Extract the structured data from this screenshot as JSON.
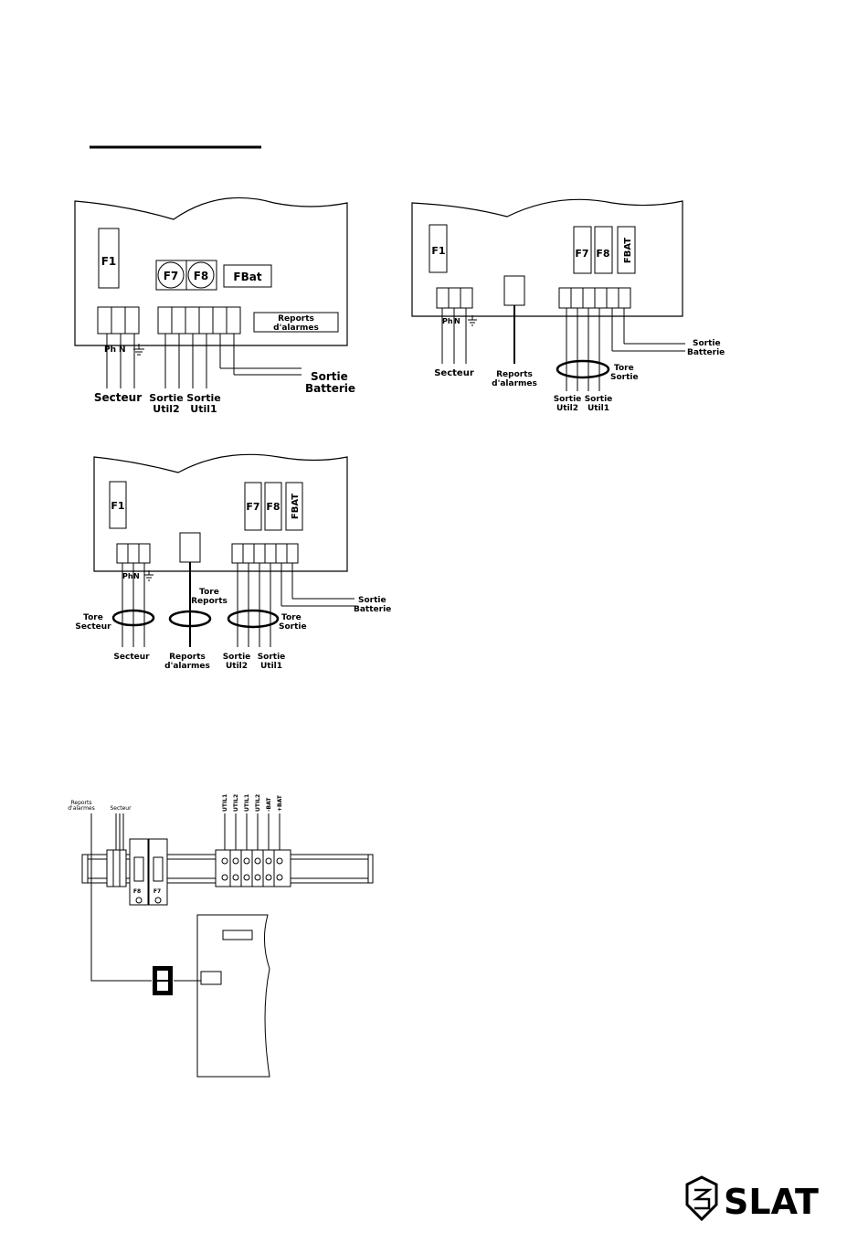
{
  "d1": {
    "f1": "F1",
    "f7": "F7",
    "f8": "F8",
    "fbat": "FBat",
    "reports_1": "Reports",
    "reports_2": "d'alarmes",
    "ph": "Ph",
    "n": "N",
    "secteur": "Secteur",
    "sortie_util2_1": "Sortie",
    "sortie_util2_2": "Util2",
    "sortie_util1_1": "Sortie",
    "sortie_util1_2": "Util1",
    "sortie_bat_1": "Sortie",
    "sortie_bat_2": "Batterie"
  },
  "d2": {
    "f1": "F1",
    "f7": "F7",
    "f8": "F8",
    "fbat": "FBAT",
    "ph": "Ph",
    "n": "N",
    "secteur": "Secteur",
    "reports_1": "Reports",
    "reports_2": "d'alarmes",
    "tore_sortie_1": "Tore",
    "tore_sortie_2": "Sortie",
    "sortie_bat_1": "Sortie",
    "sortie_bat_2": "Batterie",
    "sortie_util2_1": "Sortie",
    "sortie_util2_2": "Util2",
    "sortie_util1_1": "Sortie",
    "sortie_util1_2": "Util1"
  },
  "d3": {
    "f1": "F1",
    "f7": "F7",
    "f8": "F8",
    "fbat": "FBAT",
    "ph": "Ph",
    "n": "N",
    "tore_reports_1": "Tore",
    "tore_reports_2": "Reports",
    "tore_secteur_1": "Tore",
    "tore_secteur_2": "Secteur",
    "tore_sortie_1": "Tore",
    "tore_sortie_2": "Sortie",
    "sortie_bat_1": "Sortie",
    "sortie_bat_2": "Batterie",
    "secteur": "Secteur",
    "reports_1": "Reports",
    "reports_2": "d'alarmes",
    "sortie_util2_1": "Sortie",
    "sortie_util2_2": "Util2",
    "sortie_util1_1": "Sortie",
    "sortie_util1_2": "Util1"
  },
  "d4": {
    "reports_1": "Reports",
    "reports_2": "d'alarmes",
    "secteur": "Secteur",
    "util1": "UTIL1",
    "util2a": "UTIL2",
    "util1b": "UTIL1",
    "util2b": "UTIL2",
    "bat_minus": "-BAT",
    "bat_plus": "+BAT",
    "f8": "F8",
    "f7": "F7"
  },
  "logo": {
    "text": "SLAT"
  }
}
